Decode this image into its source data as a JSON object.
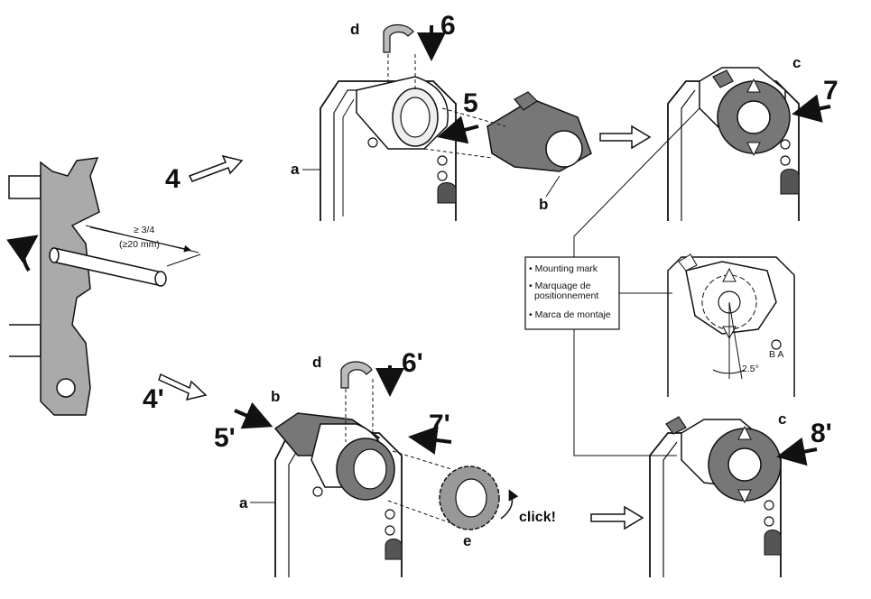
{
  "steps": {
    "s4": "4",
    "s4p": "4'",
    "s5": "5",
    "s5p": "5'",
    "s6": "6",
    "s6p": "6'",
    "s7": "7",
    "s7p": "7'",
    "s8p": "8'"
  },
  "letters": {
    "a": "a",
    "b": "b",
    "c": "c",
    "d": "d",
    "e": "e"
  },
  "dimension": {
    "ratio": "≥ 3/4",
    "length": "(≥20 mm)"
  },
  "legend": {
    "items": [
      "Mounting mark",
      "Marquage de",
      "positionnement",
      "Marca de montaje"
    ]
  },
  "detail": {
    "angle": "2.5°",
    "marks": "B A"
  },
  "click_label": "click!",
  "colors": {
    "part_gray": "#777777",
    "hatch_gray": "#aaaaaa",
    "line": "#111111"
  }
}
